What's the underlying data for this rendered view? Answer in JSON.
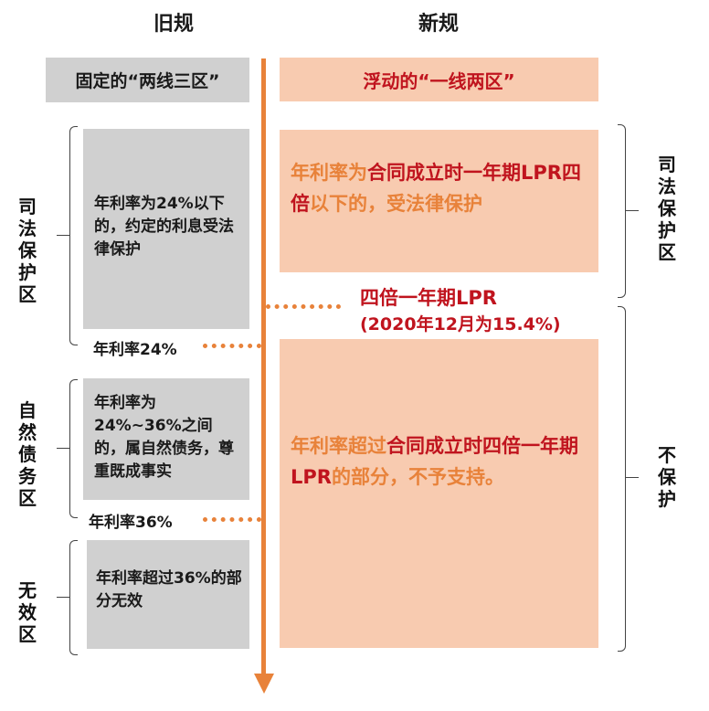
{
  "header": {
    "old_title": "旧规",
    "new_title": "新规"
  },
  "old_rules": {
    "banner": "固定的“两线三区”",
    "zones": [
      {
        "label": "司法保护区",
        "text": "年利率为24%以下的，约定的利息受法律保护"
      },
      {
        "label": "自然债务区",
        "text": "年利率为24%~36%之间的，属自然债务，尊重既成事实"
      },
      {
        "label": "无效区",
        "text": "年利率超过36%的部分无效"
      }
    ],
    "lines": [
      "年利率24%",
      "年利率36%"
    ]
  },
  "new_rules": {
    "banner": "浮动的“一线两区”",
    "zones": [
      {
        "label": "司法保护区",
        "parts": [
          {
            "text": "年利率为",
            "color": "orange"
          },
          {
            "text": "合同成立时一年期LPR四倍",
            "color": "red"
          },
          {
            "text": "以下的，受法律保护",
            "color": "orange"
          }
        ]
      },
      {
        "label": "不保护",
        "parts": [
          {
            "text": "年利率超过",
            "color": "orange"
          },
          {
            "text": "合同成立时四倍一年期LPR",
            "color": "red"
          },
          {
            "text": "的部分，不予支持。",
            "color": "orange"
          }
        ]
      }
    ],
    "line": {
      "title": "四倍一年期LPR",
      "note": "(2020年12月为15.4%)"
    }
  },
  "colors": {
    "axis": "#e8823a",
    "gray_box": "#d0d0d0",
    "peach_box": "#f8cbb0",
    "red_text": "#c0141e",
    "orange_text": "#e8823a"
  }
}
